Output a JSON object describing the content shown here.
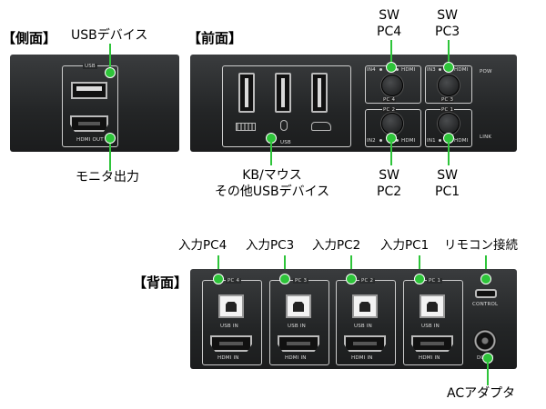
{
  "sections": {
    "side": "【側面】",
    "front": "【前面】",
    "back": "【背面】"
  },
  "callouts": {
    "side_usb": "USBデバイス",
    "side_monitor": "モニタ出力",
    "sw_pc4": [
      "SW",
      "PC4"
    ],
    "sw_pc3": [
      "SW",
      "PC3"
    ],
    "sw_pc2": [
      "SW",
      "PC2"
    ],
    "sw_pc1": [
      "SW",
      "PC1"
    ],
    "kb_mouse": [
      "KB/マウス",
      "その他USBデバイス"
    ],
    "in_pc4": "入力PC4",
    "in_pc3": "入力PC3",
    "in_pc2": "入力PC2",
    "in_pc1": "入力PC1",
    "remote": "リモコン接続",
    "ac": "ACアダプタ"
  },
  "device_labels": {
    "side_usb": "USB",
    "side_hdmi": "HDMI OUT",
    "front_usb": "USB",
    "in4": "IN4",
    "in3": "IN3",
    "in2": "IN2",
    "in1": "IN1",
    "hdmi": "HDMI",
    "pc4": "PC 4",
    "pc3": "PC 3",
    "pc2": "PC 2",
    "pc1": "PC 1",
    "pow": "POW",
    "link": "LINK",
    "back_pc4": "PC 4",
    "back_pc3": "PC 3",
    "back_pc2": "PC 2",
    "back_pc1": "PC 1",
    "usb_in": "USB IN",
    "hdmi_in": "HDMI IN",
    "control": "CONTROL",
    "dc": "DC/5V"
  },
  "colors": {
    "accent": "#2ec43a",
    "panel": "#242627"
  },
  "icons": [
    "usb-a-port-icon",
    "hdmi-port-icon",
    "keyboard-icon",
    "mouse-icon",
    "car-icon",
    "usb-b-port-icon",
    "dc-jack-icon"
  ]
}
